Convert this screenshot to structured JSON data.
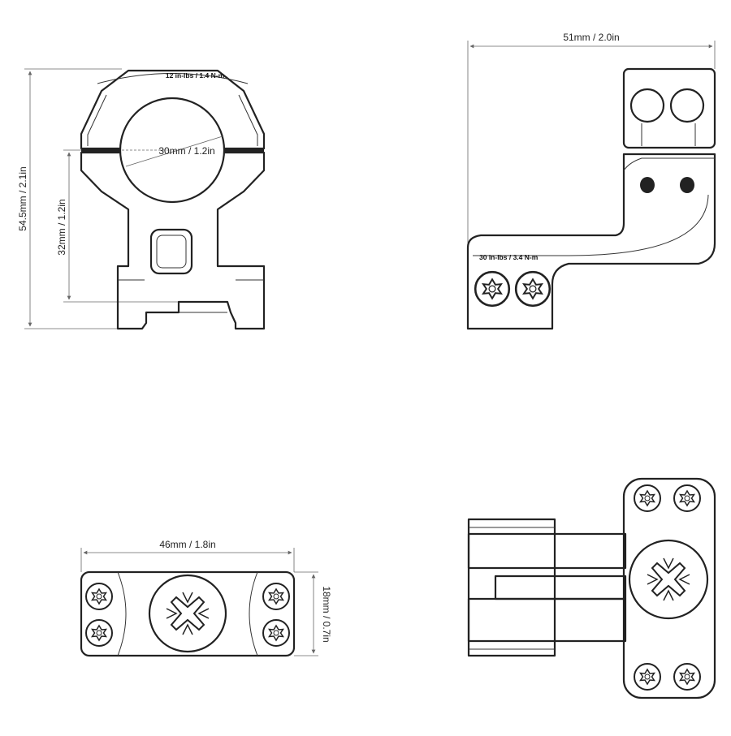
{
  "front_view": {
    "height_total": "54.5mm / 2.1in",
    "center_height": "32mm / 1.2in",
    "ring_diameter": "30mm / 1.2in",
    "cap_torque": "12 in-lbs / 1.4 N-m"
  },
  "side_view": {
    "offset_length": "51mm / 2.0in",
    "base_torque": "30 in-lbs / 3.4 N-m"
  },
  "top_view": {
    "ring_length": "46mm / 1.8in",
    "cap_width": "18mm / 0.7in"
  }
}
